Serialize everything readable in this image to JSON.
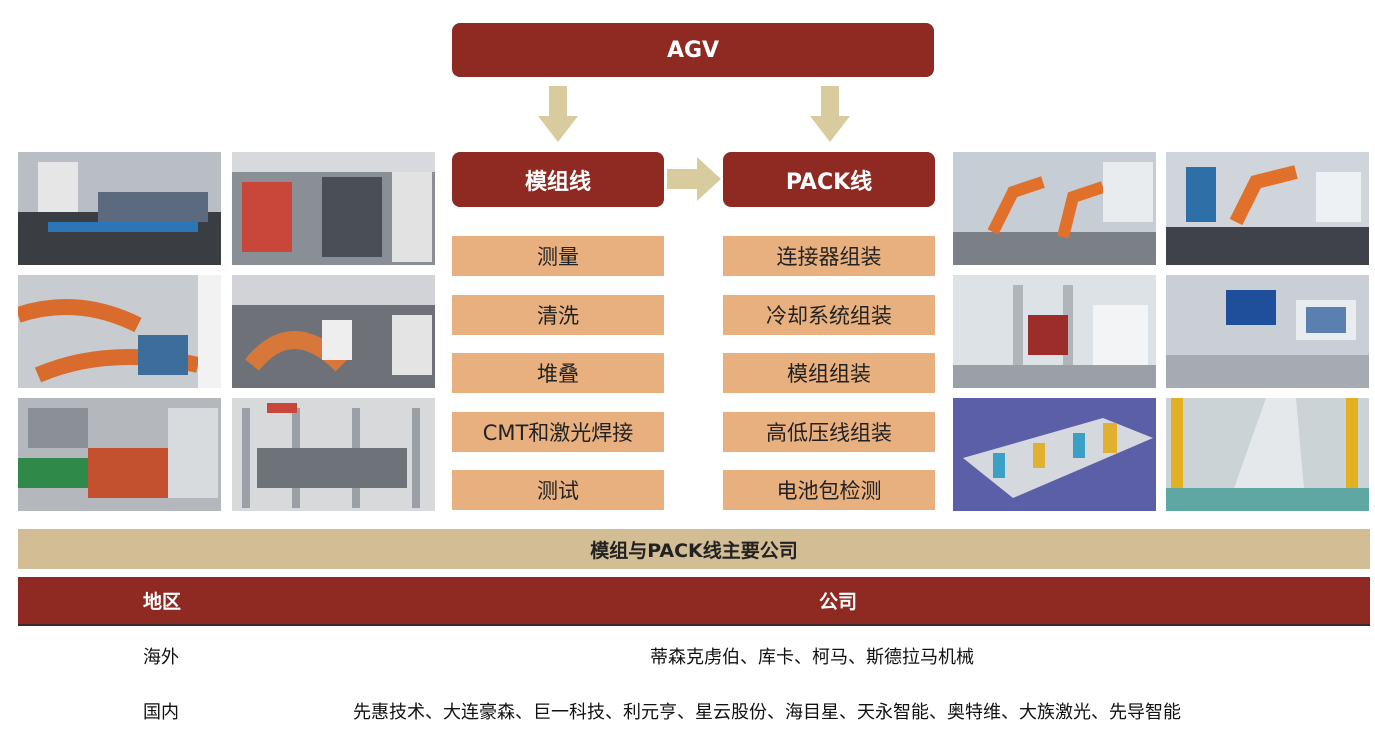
{
  "diagram": {
    "top": "AGV",
    "module_line": {
      "title": "模组线",
      "steps": [
        "测量",
        "清洗",
        "堆叠",
        "CMT和激光焊接",
        "测试"
      ]
    },
    "pack_line": {
      "title": "PACK线",
      "steps": [
        "连接器组装",
        "冷却系统组装",
        "模组组装",
        "高低压线组装",
        "电池包检测"
      ]
    },
    "colors": {
      "header": "#8e2a22",
      "step": "#e9b07f",
      "arrow": "#d8cc9e",
      "band": "#d2bd94"
    }
  },
  "table": {
    "title": "模组与PACK线主要公司",
    "headers": {
      "region": "地区",
      "company": "公司"
    },
    "rows": [
      {
        "region": "海外",
        "company": "蒂森克虏伯、库卡、柯马、斯德拉马机械"
      },
      {
        "region": "国内",
        "company": "先惠技术、大连豪森、巨一科技、利元亨、星云股份、海目星、天永智能、奥特维、大族激光、先导智能"
      }
    ]
  }
}
